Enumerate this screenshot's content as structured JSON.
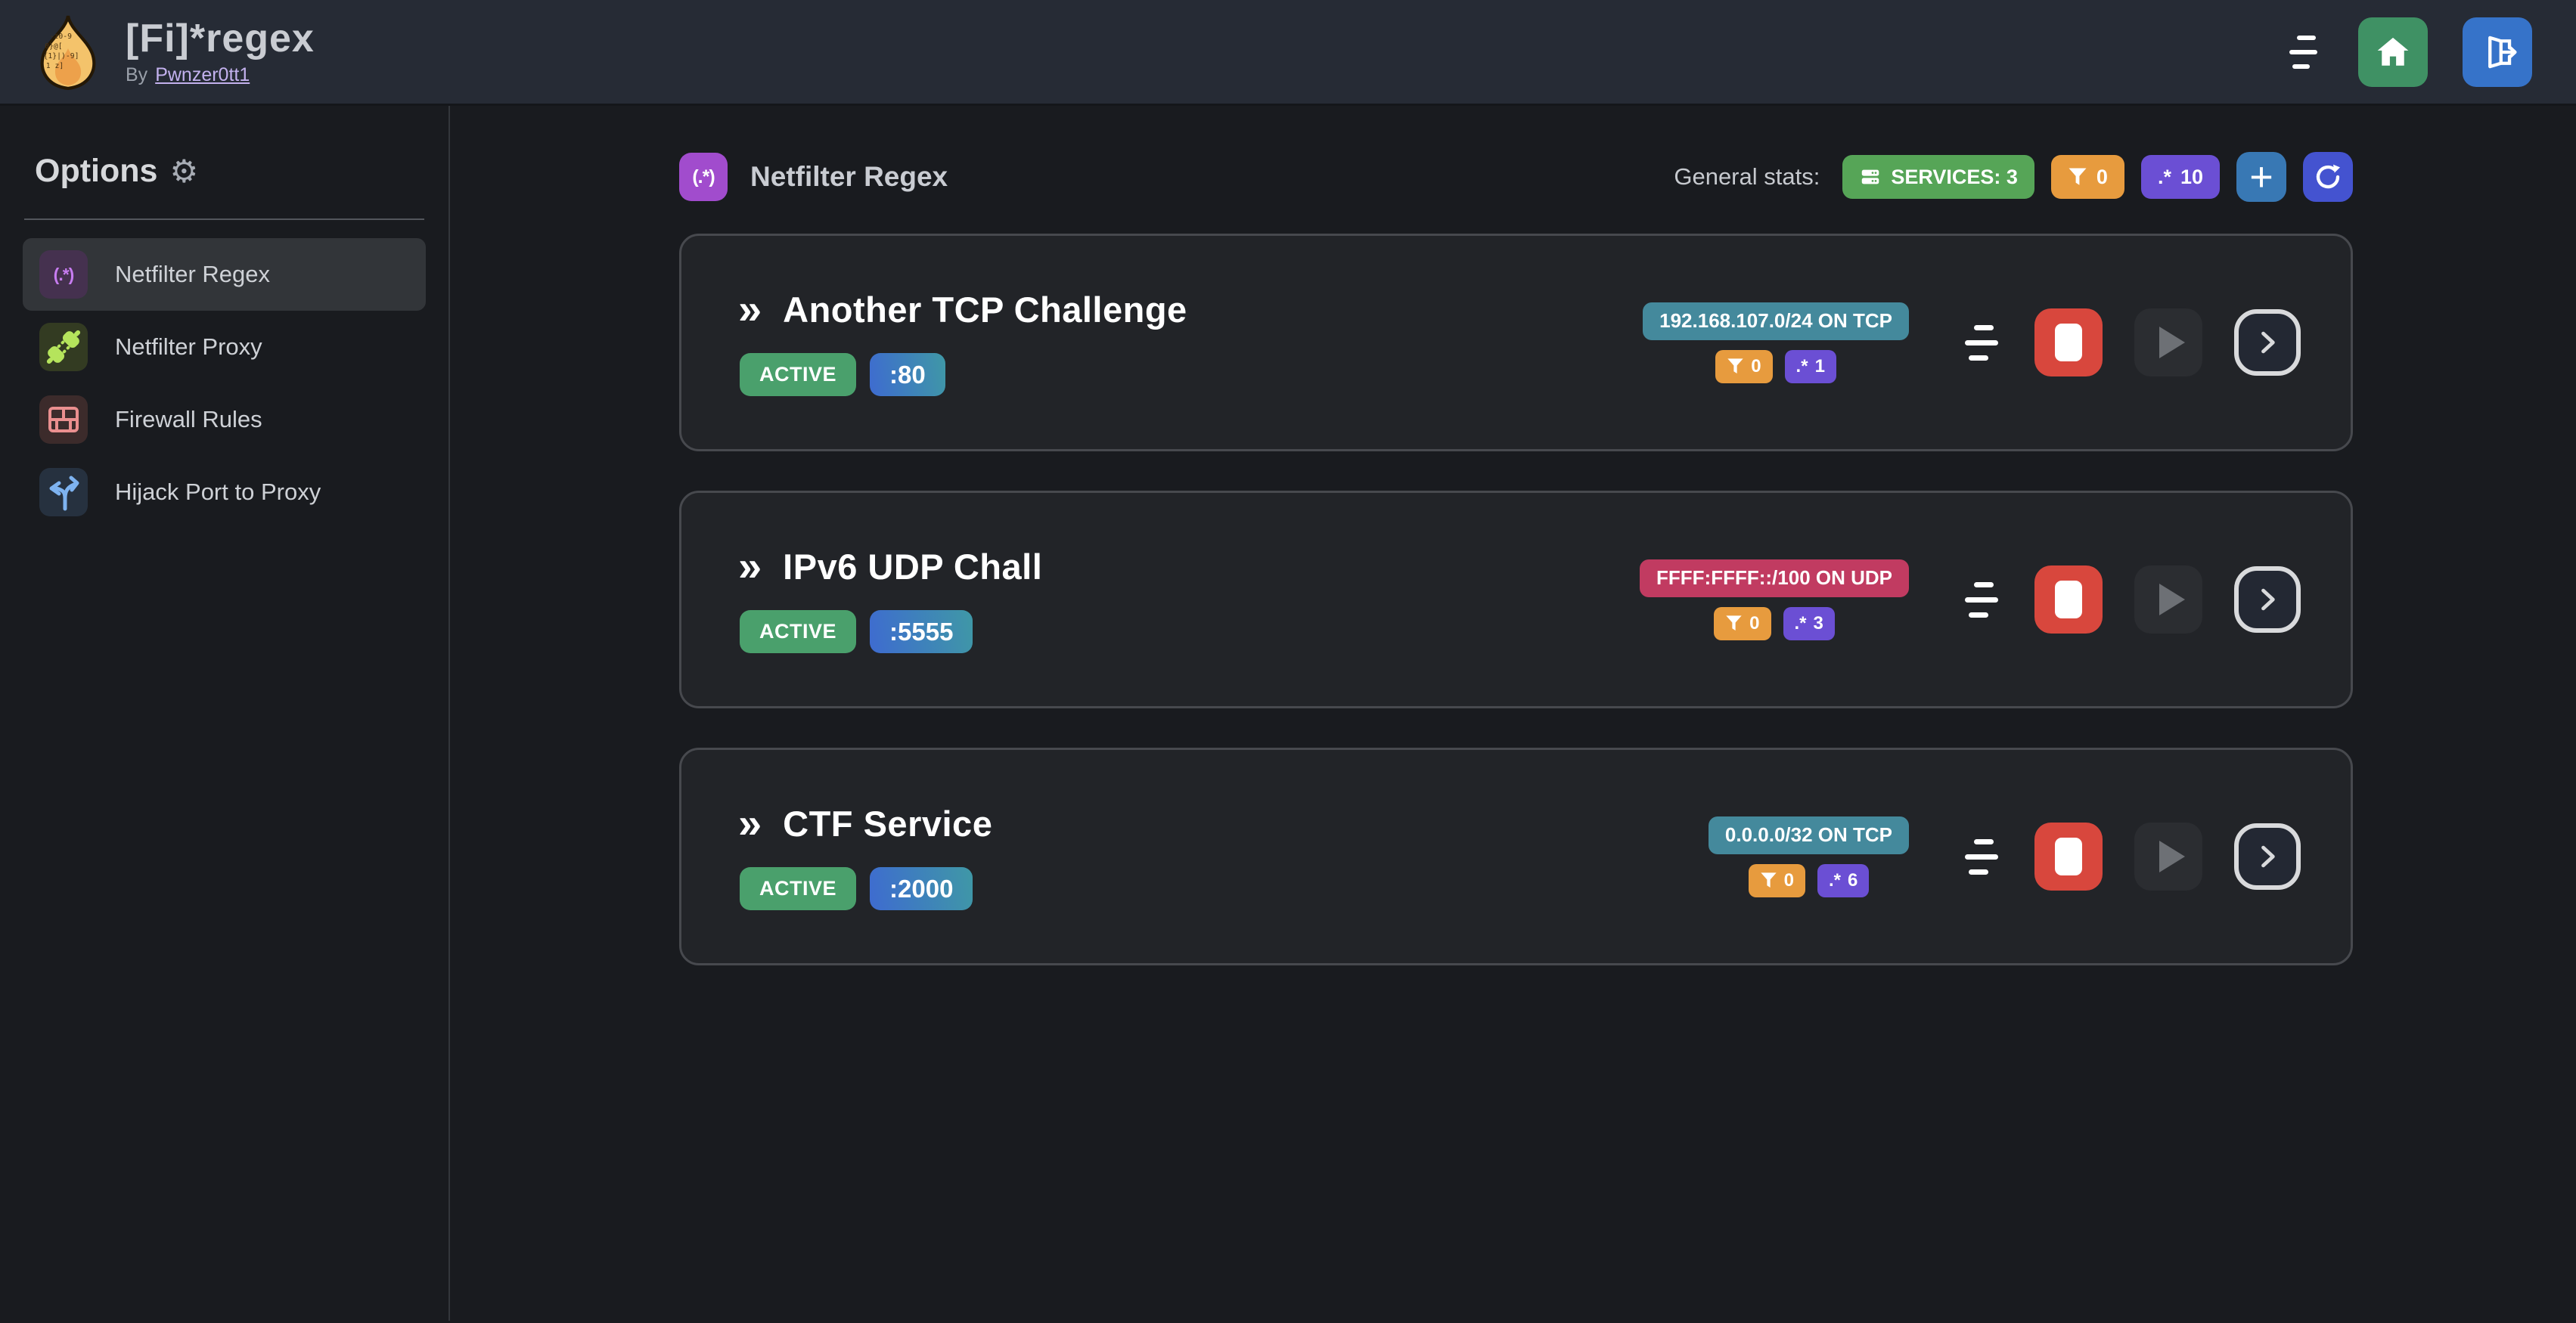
{
  "navbar": {
    "title": "[Fi]*regex",
    "byline_label": "By",
    "author": "Pwnzer0tt1"
  },
  "glyphs": {
    "dot_star": ".*",
    "chevrons": "»",
    "regex_paren": "(.*)",
    "gear": "⚙",
    "plus": "+"
  },
  "sidebar": {
    "heading": "Options",
    "items": [
      {
        "label": "Netfilter Regex",
        "icon": "regex-icon",
        "selected": true
      },
      {
        "label": "Netfilter Proxy",
        "icon": "plug-link-icon",
        "selected": false
      },
      {
        "label": "Firewall Rules",
        "icon": "brick-wall-icon",
        "selected": false
      },
      {
        "label": "Hijack Port to Proxy",
        "icon": "split-arrows-icon",
        "selected": false
      }
    ]
  },
  "main": {
    "header": {
      "icon_text": "(.*)",
      "title": "Netfilter Regex"
    },
    "stats": {
      "label": "General stats:",
      "services": "SERVICES: 3",
      "filters": "0",
      "regexes": "10"
    },
    "services": [
      {
        "name": "Another TCP Challenge",
        "status": "ACTIVE",
        "port": ":80",
        "cidr": "192.168.107.0/24 ON TCP",
        "filters": "0",
        "regexes": "1"
      },
      {
        "name": "IPv6 UDP Chall",
        "status": "ACTIVE",
        "port": ":5555",
        "cidr": "FFFF:FFFF::/100 ON UDP",
        "filters": "0",
        "regexes": "3"
      },
      {
        "name": "CTF Service",
        "status": "ACTIVE",
        "port": ":2000",
        "cidr": "0.0.0.0/32 ON TCP",
        "filters": "0",
        "regexes": "6"
      }
    ]
  },
  "colors": {
    "navbar-bg": "#262b35",
    "page-bg": "#191b1f",
    "card-bg": "#222428",
    "card-border": "#47494e",
    "sidebar-border": "#33363b",
    "selected-item-bg": "#323539",
    "divider": "#53565c",
    "text-light": "#c9ccd2",
    "text-muted": "#9aa0aa",
    "link": "#c3b1ee",
    "green-active": "#4aa06c",
    "green-services": "#56a557",
    "orange": "#e79b3e",
    "purple-badge": "#6b4fd4",
    "teal-badge": "#44899c",
    "pink-badge": "#c13b61",
    "blue-add": "#3878b4",
    "blue-refresh": "#4453d0",
    "green-home": "#3f9164",
    "blue-logout": "#3673c9",
    "red-stop": "#d8473d",
    "play-bg": "#2b2d31",
    "play-fg": "#6d7075",
    "accent-purple": "#a14ccd",
    "port-grad-start": "#3e6bd0",
    "port-grad-end": "#3f98a6",
    "sidebar-regex-bg": "#45314f",
    "sidebar-regex-fg": "#c77cf0",
    "sidebar-proxy-bg": "#333b22",
    "sidebar-proxy-fg": "#b5e45c",
    "sidebar-fw-bg": "#3c2b2b",
    "sidebar-fw-fg": "#ea8f8f",
    "sidebar-hijack-bg": "#26313f",
    "sidebar-hijack-fg": "#7eb3f0"
  }
}
